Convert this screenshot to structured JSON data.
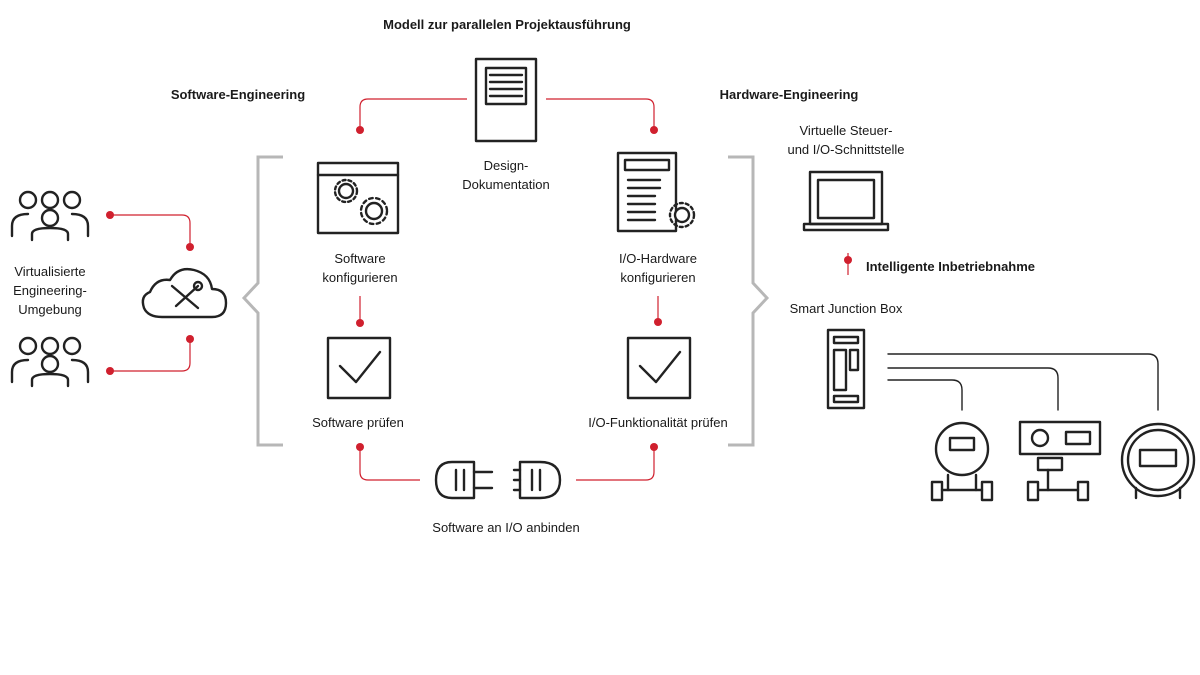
{
  "title": "Modell zur parallelen Projektausführung",
  "sections": {
    "software": "Software-Engineering",
    "hardware": "Hardware-Engineering"
  },
  "labels": {
    "design_doc": [
      "Design-",
      "Dokumentation"
    ],
    "sw_config": [
      "Software",
      "konfigurieren"
    ],
    "io_config": [
      "I/O-Hardware",
      "konfigurieren"
    ],
    "sw_test": "Software prüfen",
    "io_test": "I/O-Funktionalität prüfen",
    "bind": "Software an I/O anbinden",
    "virtual_env": [
      "Virtualisierte",
      "Engineering-",
      "Umgebung"
    ],
    "virtual_ctrl": [
      "Virtuelle Steuer-",
      "und I/O-Schnittstelle"
    ],
    "commissioning": "Intelligente Inbetriebnahme",
    "junction_box": "Smart Junction Box"
  },
  "colors": {
    "accent": "#d0202e",
    "stroke": "#222222",
    "bracket": "#b7b7b7"
  },
  "icons": [
    "people-group-icon",
    "cloud-tools-icon",
    "document-icon",
    "software-gear-window-icon",
    "io-hardware-gear-icon",
    "checkbox-icon",
    "plug-connector-icon",
    "laptop-icon",
    "junction-box-icon",
    "field-device-icon"
  ]
}
